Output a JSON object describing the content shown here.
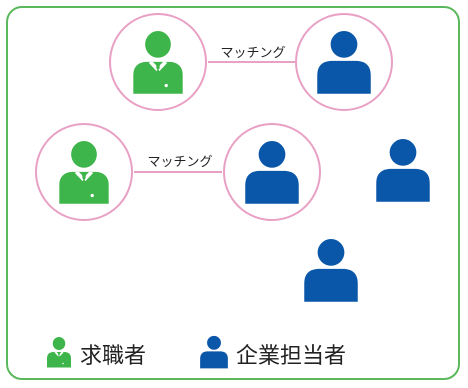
{
  "colors": {
    "frame_border": "#5cb85c",
    "job_seeker": "#3eb54a",
    "job_seeker_shirt": "#ffffff",
    "job_seeker_tie": "#3eb54a",
    "company_rep": "#0a56a8",
    "circle_border": "#e8a0c4",
    "connector_line": "#e8a0c4"
  },
  "icons": {
    "job_seeker": "person-with-tie-icon",
    "company_rep": "person-icon"
  },
  "matches": [
    {
      "label": "マッチング"
    },
    {
      "label": "マッチング"
    }
  ],
  "legend": {
    "job_seeker_label": "求職者",
    "company_rep_label": "企業担当者"
  }
}
